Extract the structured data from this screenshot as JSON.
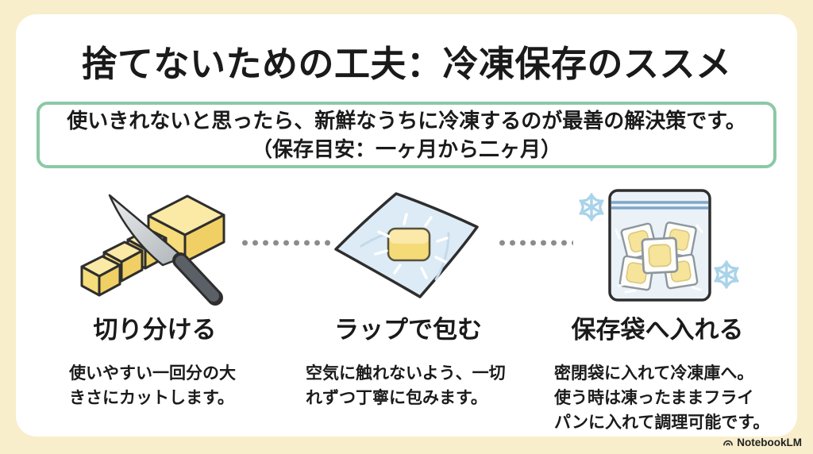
{
  "header": {
    "title": "捨てないための工夫：冷凍保存のススメ"
  },
  "summary": {
    "line1": "使いきれないと思ったら、新鮮なうちに冷凍するのが最善の解決策です。",
    "line2": "（保存目安：一ヶ月から二ヶ月）"
  },
  "steps": [
    {
      "title": "切り分ける",
      "illustration": "butter-cutting-illustration",
      "desc_lines": [
        "使いやすい一回分の大",
        "きさにカットします。"
      ]
    },
    {
      "title": "ラップで包む",
      "illustration": "wrapped-butter-illustration",
      "desc_lines": [
        "空気に触れないよう、一切",
        "れずつ丁寧に包みます。"
      ]
    },
    {
      "title": "保存袋へ入れる",
      "illustration": "freezer-bag-illustration",
      "desc_lines": [
        "密閉袋に入れて冷凍庫へ。",
        "使う時は凍ったままフライ",
        "パンに入れて調理可能です。"
      ]
    }
  ],
  "footer": {
    "brand": "NotebookLM",
    "brand_icon": "notebooklm-logo-icon"
  },
  "colors": {
    "page_background": "#F8EECB",
    "card_background": "#FFFFFF",
    "summary_border": "#8CC8A6",
    "text": "#1A1A1A",
    "butter_yellow": "#F6DC7A",
    "butter_highlight": "#FBE9A6",
    "butter_shadow": "#F0D065",
    "wrap_blue": "#DCEBF5",
    "bag_blue": "#EAF2F8",
    "seal_blue": "#7FA6C8",
    "snowflake_blue": "#A9D3EA",
    "connector_dots": "#8C8C8C"
  }
}
